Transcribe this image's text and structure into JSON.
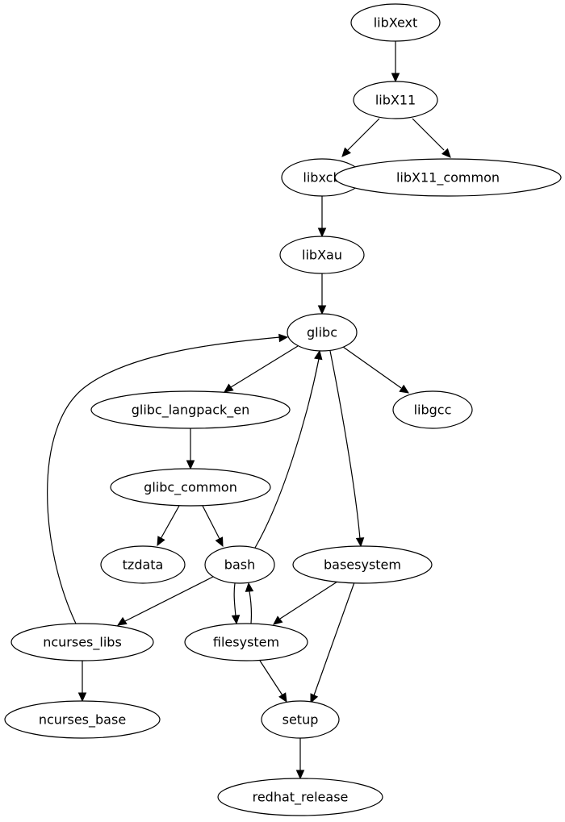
{
  "diagram": {
    "type": "dependency-graph",
    "nodes": [
      {
        "id": "libXext",
        "label": "libXext"
      },
      {
        "id": "libX11",
        "label": "libX11"
      },
      {
        "id": "libxcb",
        "label": "libxcb"
      },
      {
        "id": "libX11_common",
        "label": "libX11_common"
      },
      {
        "id": "libXau",
        "label": "libXau"
      },
      {
        "id": "glibc",
        "label": "glibc"
      },
      {
        "id": "glibc_langpack_en",
        "label": "glibc_langpack_en"
      },
      {
        "id": "libgcc",
        "label": "libgcc"
      },
      {
        "id": "glibc_common",
        "label": "glibc_common"
      },
      {
        "id": "tzdata",
        "label": "tzdata"
      },
      {
        "id": "bash",
        "label": "bash"
      },
      {
        "id": "basesystem",
        "label": "basesystem"
      },
      {
        "id": "ncurses_libs",
        "label": "ncurses_libs"
      },
      {
        "id": "filesystem",
        "label": "filesystem"
      },
      {
        "id": "ncurses_base",
        "label": "ncurses_base"
      },
      {
        "id": "setup",
        "label": "setup"
      },
      {
        "id": "redhat_release",
        "label": "redhat_release"
      }
    ],
    "edges": [
      {
        "from": "libXext",
        "to": "libX11"
      },
      {
        "from": "libX11",
        "to": "libxcb"
      },
      {
        "from": "libX11",
        "to": "libX11_common"
      },
      {
        "from": "libxcb",
        "to": "libXau"
      },
      {
        "from": "libXau",
        "to": "glibc"
      },
      {
        "from": "glibc",
        "to": "glibc_langpack_en"
      },
      {
        "from": "glibc",
        "to": "libgcc"
      },
      {
        "from": "glibc",
        "to": "basesystem"
      },
      {
        "from": "glibc_langpack_en",
        "to": "glibc_common"
      },
      {
        "from": "glibc_common",
        "to": "tzdata"
      },
      {
        "from": "glibc_common",
        "to": "bash"
      },
      {
        "from": "bash",
        "to": "glibc"
      },
      {
        "from": "bash",
        "to": "ncurses_libs"
      },
      {
        "from": "bash",
        "to": "filesystem"
      },
      {
        "from": "filesystem",
        "to": "bash"
      },
      {
        "from": "basesystem",
        "to": "filesystem"
      },
      {
        "from": "basesystem",
        "to": "setup"
      },
      {
        "from": "ncurses_libs",
        "to": "glibc"
      },
      {
        "from": "ncurses_libs",
        "to": "ncurses_base"
      },
      {
        "from": "filesystem",
        "to": "setup"
      },
      {
        "from": "setup",
        "to": "redhat_release"
      }
    ]
  }
}
